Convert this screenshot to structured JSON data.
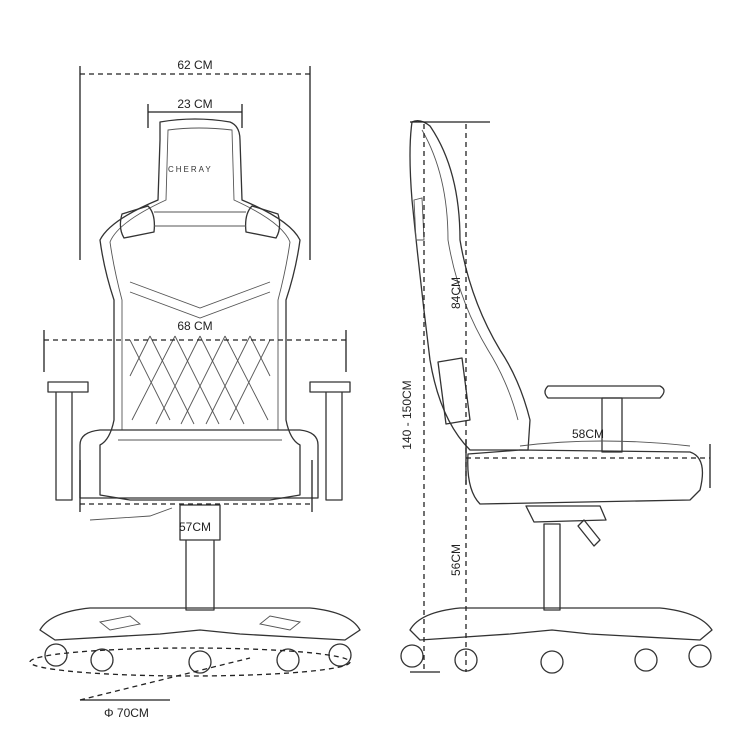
{
  "brand": "CHERAY",
  "dimensions": {
    "front_width_top": "62 CM",
    "headrest_width": "23 CM",
    "armrest_width": "68 CM",
    "seat_width": "57CM",
    "base_diameter": "Φ 70CM",
    "total_height": "140 - 150CM",
    "backrest_height": "84CM",
    "seat_depth": "58CM",
    "seat_height": "56CM"
  }
}
